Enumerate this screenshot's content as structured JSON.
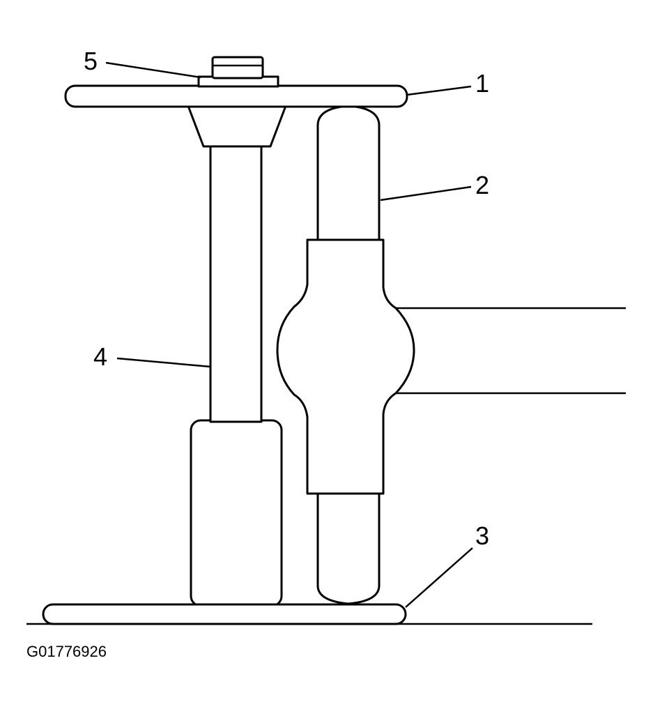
{
  "diagram": {
    "callouts": [
      {
        "id": "1",
        "label": "1"
      },
      {
        "id": "2",
        "label": "2"
      },
      {
        "id": "3",
        "label": "3"
      },
      {
        "id": "4",
        "label": "4"
      },
      {
        "id": "5",
        "label": "5"
      }
    ],
    "figure_id": "G01776926",
    "colors": {
      "line": "#000000",
      "fill": "#ffffff"
    }
  }
}
